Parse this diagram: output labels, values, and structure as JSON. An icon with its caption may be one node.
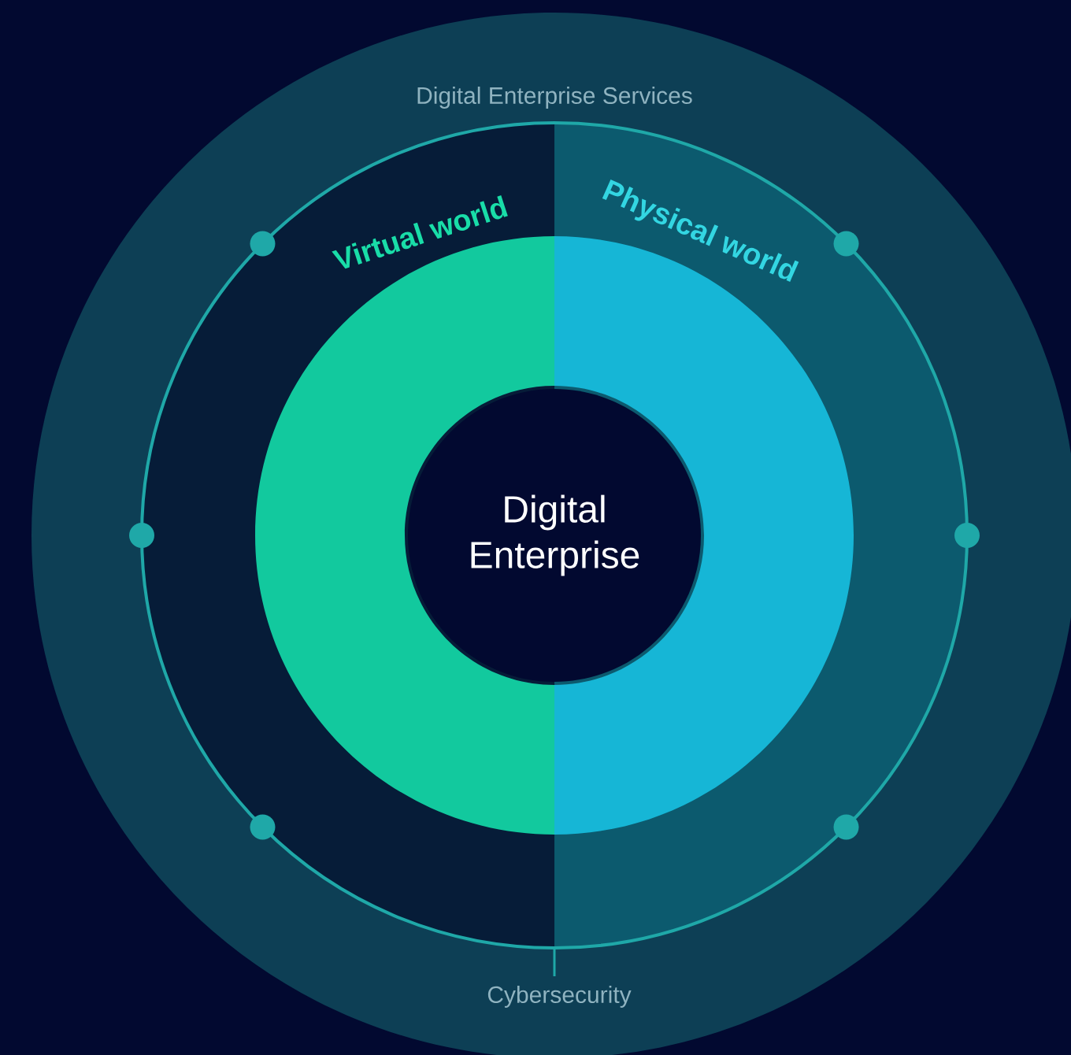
{
  "diagram": {
    "nodes": [
      {
        "text": [
          "Digital Enterprise Services"
        ]
      },
      {
        "text": [
          "Cybersecurity"
        ],
        "in": 0
      },
      {
        "text": [
          "Virtual world"
        ],
        "in": 1
      },
      {
        "text": [
          "Physical world"
        ],
        "in": 1
      },
      {
        "text": [
          "Digital Enterprise"
        ],
        "in": 1
      }
    ]
  }
}
